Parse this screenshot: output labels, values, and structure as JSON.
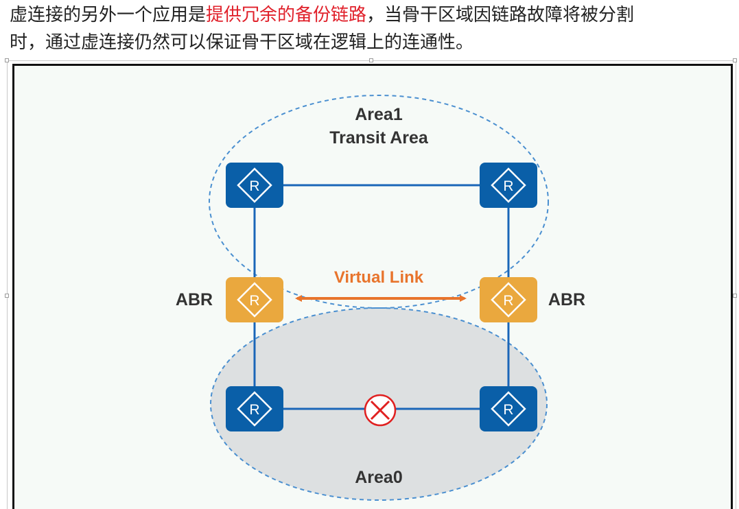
{
  "paragraph": {
    "line1_prefix": "虚连接的另外一个应用是",
    "line1_highlight": "提供冗余的备份链路",
    "line1_suffix": "，当骨干区域因链路故障将被分割",
    "line2": "时，通过虚连接仍然可以保证骨干区域在逻辑上的连通性。"
  },
  "diagram": {
    "area1_title": "Area1",
    "area1_subtitle": "Transit Area",
    "area0_title": "Area0",
    "virtual_link_label": "Virtual Link",
    "abr_left_label": "ABR",
    "abr_right_label": "ABR",
    "router_glyph": "R",
    "colors": {
      "router_blue": "#0a5fa8",
      "router_abr": "#eaa83e",
      "link_line": "#1a66b8",
      "virtual_link": "#e8742c",
      "area_border": "#4a8fd0",
      "area0_fill": "#dde0e1",
      "failure": "#e02020"
    },
    "failed_link_icon": "broken-link-x-icon"
  }
}
